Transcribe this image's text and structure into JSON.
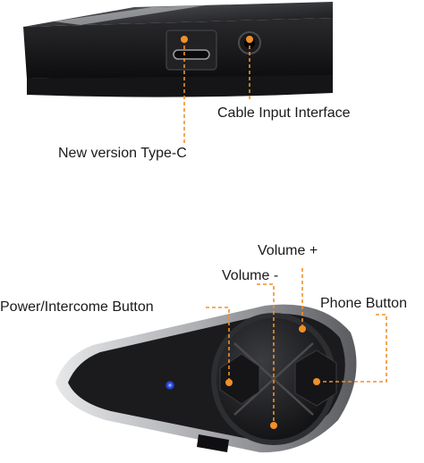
{
  "labels": {
    "cable_input": "Cable Input Interface",
    "type_c": "New version Type-C",
    "volume_plus": "Volume +",
    "volume_minus": "Volume -",
    "power_intercome": "Power/Intercome Button",
    "phone_button": "Phone Button"
  },
  "colors": {
    "callout": "#f0902a",
    "led": "#3a5cff",
    "device_dark": "#1c1c1e",
    "device_silver": "#c9cbcf"
  }
}
